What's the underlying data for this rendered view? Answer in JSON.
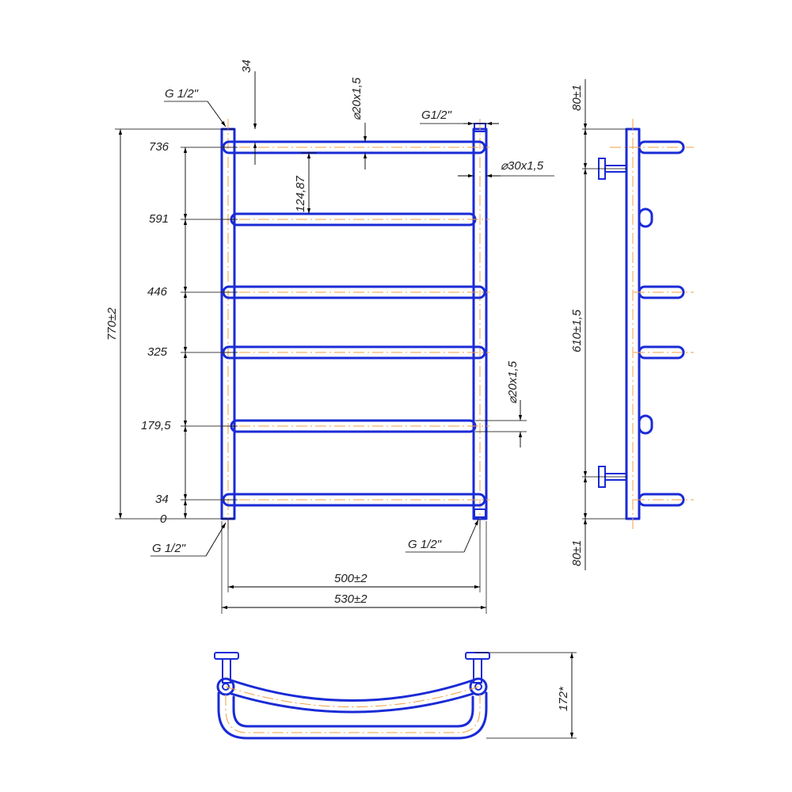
{
  "front_view": {
    "rail_levels": [
      "736",
      "591",
      "446",
      "325",
      "179,5",
      "34",
      "0"
    ],
    "rail_spacing": "124,87",
    "top_offset": "34",
    "pipe_d_top": "⌀20х1,5",
    "pipe_d_right": "⌀20х1,5",
    "riser_d": "⌀30х1,5",
    "thread_top_left": "G 1/2\"",
    "thread_top_right": "G1/2\"",
    "thread_bottom_left": "G 1/2\"",
    "thread_bottom_right": "G 1/2\"",
    "height_total": "770±2",
    "width_inner": "500±2",
    "width_outer": "530±2"
  },
  "side_view": {
    "top_offset": "80±1",
    "mount_spacing": "610±1,5",
    "bottom_offset": "80±1"
  },
  "bottom_view": {
    "depth": "172*"
  },
  "colors": {
    "outline": "#1a2bd6",
    "centerline": "#f0a040",
    "dimension": "#000000"
  }
}
